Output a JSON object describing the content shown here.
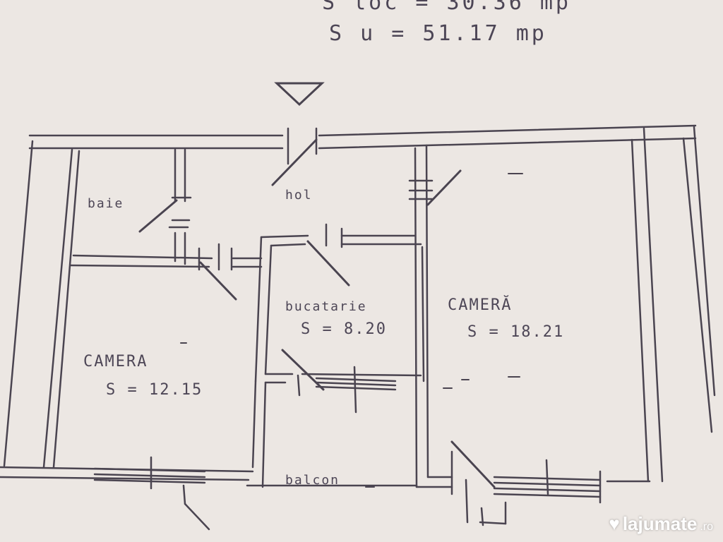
{
  "header": {
    "area_line_1": "S loc = 30.36 mp",
    "area_line_2": "S u = 51.17 mp"
  },
  "rooms": {
    "bath": {
      "label": "baie"
    },
    "hall": {
      "label": "hol"
    },
    "kitchen": {
      "label": "bucatarie",
      "area": "S = 8.20"
    },
    "room_right": {
      "label": "CAMERĂ",
      "area": "S = 18.21"
    },
    "room_left": {
      "label": "CAMERA",
      "area": "S = 12.15"
    },
    "balcony": {
      "label": "balcon"
    }
  },
  "icons": {
    "entrance": "entrance-triangle-icon",
    "logo": "heart-logo-icon"
  },
  "watermark": {
    "brand": "lajumate",
    "tld": ".ro"
  }
}
